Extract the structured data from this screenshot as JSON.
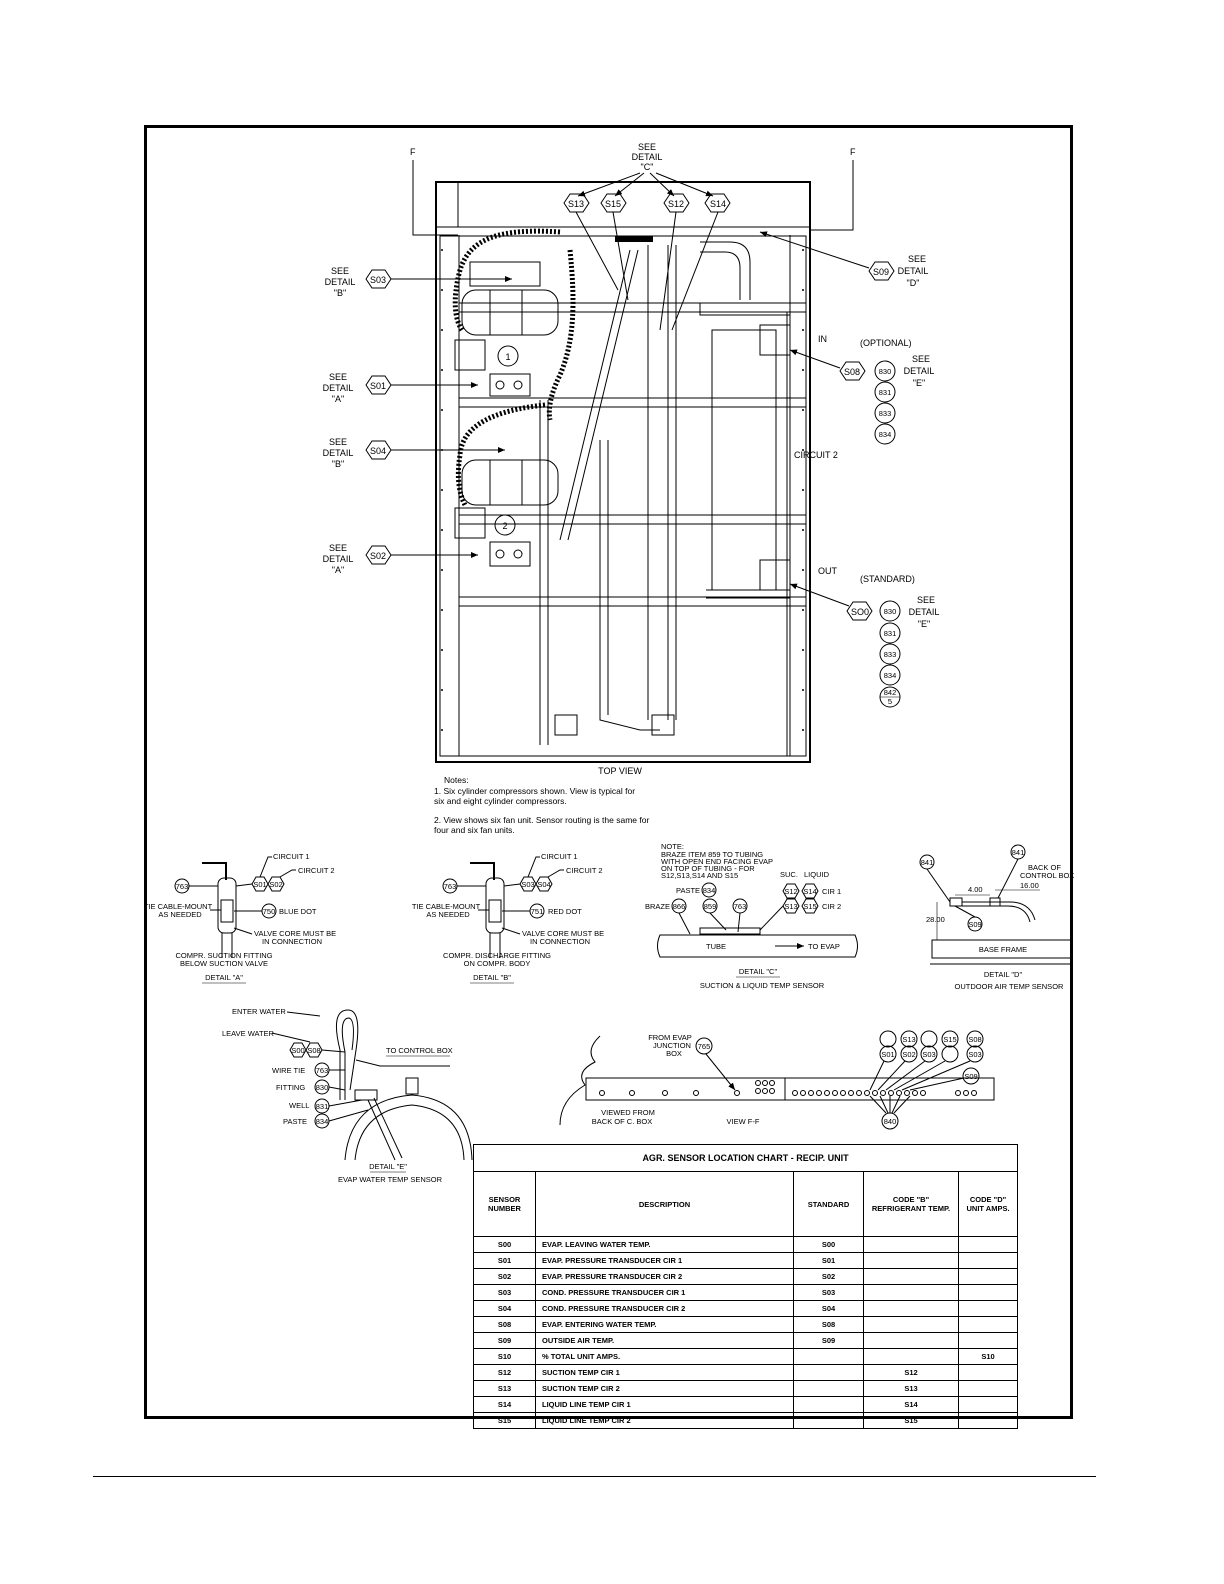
{
  "top_view": {
    "see_detail_c": [
      "SEE",
      "DETAIL",
      "\"C\""
    ],
    "section_marks": [
      "F",
      "F"
    ],
    "sensors_top": [
      "S13",
      "S15",
      "S12",
      "S14"
    ],
    "s09": "S09",
    "see_detail_d": [
      "SEE",
      "DETAIL",
      "\"D\""
    ],
    "s03": "S03",
    "see_detail_b1": [
      "SEE",
      "DETAIL",
      "\"B\""
    ],
    "s01": "S01",
    "see_detail_a1": [
      "SEE",
      "DETAIL",
      "\"A\""
    ],
    "s04": "S04",
    "see_detail_b2": [
      "SEE",
      "DETAIL",
      "\"B\""
    ],
    "s02": "S02",
    "see_detail_a2": [
      "SEE",
      "DETAIL",
      "\"A\""
    ],
    "compressor_1": "1",
    "compressor_2": "2",
    "in_label": "IN",
    "optional": "(OPTIONAL)",
    "s08": "S08",
    "optional_codes": [
      "830",
      "831",
      "833",
      "834"
    ],
    "see_detail_e1": [
      "SEE",
      "DETAIL",
      "\"E\""
    ],
    "circuit2": "CIRCUIT 2",
    "out_label": "OUT",
    "standard": "(STANDARD)",
    "s00": "SO0",
    "standard_codes": [
      "830",
      "831",
      "833",
      "834",
      "842",
      "5"
    ],
    "see_detail_e2": [
      "SEE",
      "DETAIL",
      "\"E\""
    ],
    "caption": "TOP VIEW"
  },
  "notes": {
    "heading": "Notes:",
    "lines": [
      "1.  Six cylinder compressors shown.  View is typical for",
      "     six and eight cylinder compressors.",
      "2.  View shows six fan unit.  Sensor routing is the same for",
      "     four and six fan units."
    ]
  },
  "detail_a": {
    "circuit1": "CIRCUIT 1",
    "circuit2": "CIRCUIT 2",
    "code_763": "763",
    "sensors": [
      "S01",
      "S02"
    ],
    "tie": [
      "TIE CABLE-MOUNT",
      "AS NEEDED"
    ],
    "code_750": "750",
    "dot": "BLUE DOT",
    "valve": [
      "VALVE CORE MUST BE",
      "IN CONNECTION"
    ],
    "fitting": [
      "COMPR. SUCTION FITTING",
      "BELOW SUCTION VALVE"
    ],
    "caption": "DETAIL \"A\""
  },
  "detail_b": {
    "circuit1": "CIRCUIT 1",
    "circuit2": "CIRCUIT 2",
    "code_763": "763",
    "sensors": [
      "S03",
      "S04"
    ],
    "tie": [
      "TIE CABLE-MOUNT",
      "AS NEEDED"
    ],
    "code_751": "751",
    "dot": "RED DOT",
    "valve": [
      "VALVE CORE MUST BE",
      "IN CONNECTION"
    ],
    "fitting": [
      "COMPR. DISCHARGE FITTING",
      "ON COMPR. BODY"
    ],
    "caption": "DETAIL \"B\""
  },
  "detail_c": {
    "note": [
      "NOTE:",
      "BRAZE ITEM 859 TO TUBING",
      "WITH OPEN END FACING EVAP",
      "ON TOP OF TUBING - FOR",
      "S12,S13,S14 AND S15"
    ],
    "suc": "SUC.",
    "liquid": "LIQUID",
    "cir1": "CIR 1",
    "cir2": "CIR 2",
    "row1": [
      "S12",
      "S14"
    ],
    "row2": [
      "S13",
      "S15"
    ],
    "paste": "PASTE",
    "paste_code": "834",
    "braze": "BRAZE",
    "codes": [
      "866",
      "859",
      "763"
    ],
    "tube": "TUBE",
    "to_evap": "TO EVAP",
    "caption": "DETAIL \"C\"",
    "subcaption": "SUCTION & LIQUID TEMP SENSOR"
  },
  "detail_d": {
    "code1": "841",
    "code2": "841",
    "back": [
      "BACK OF",
      "CONTROL BOX"
    ],
    "dim1": "16.00",
    "dim2": "4.00",
    "dim3": "28.00",
    "sensor": "S09",
    "base": "BASE FRAME",
    "caption": "DETAIL \"D\"",
    "subcaption": "OUTDOOR AIR TEMP SENSOR"
  },
  "detail_e": {
    "enter": "ENTER WATER",
    "leave": "LEAVE WATER",
    "sensors": [
      "S00",
      "S08"
    ],
    "to_control": "TO CONTROL BOX",
    "wire_tie": "WIRE TIE",
    "fitting": "FITTING",
    "well": "WELL",
    "paste": "PASTE",
    "codes": [
      "763",
      "830",
      "831",
      "834"
    ],
    "caption": "DETAIL \"E\"",
    "subcaption": "EVAP WATER TEMP SENSOR"
  },
  "view_ff": {
    "from_evap": [
      "FROM EVAP",
      "JUNCTION",
      "BOX"
    ],
    "code_765": "765",
    "viewed_from": [
      "VIEWED FROM",
      "BACK OF C. BOX"
    ],
    "view_label": "VIEW F-F",
    "grid_top": [
      "S13",
      "S15",
      "S08"
    ],
    "grid_mid": [
      "S01",
      "S02",
      "S03",
      "S03"
    ],
    "grid_bot": "S09",
    "code_840": "840"
  },
  "chart": {
    "title": "AGR. SENSOR LOCATION CHART - RECIP. UNIT",
    "headers": {
      "number": "SENSOR NUMBER",
      "description": "DESCRIPTION",
      "standard": "STANDARD",
      "code_b": "CODE \"B\" REFRIGERANT TEMP.",
      "code_d": "CODE \"D\" UNIT AMPS."
    },
    "rows": [
      {
        "num": "S00",
        "desc": "EVAP. LEAVING WATER TEMP.",
        "std": "S00",
        "b": "",
        "d": ""
      },
      {
        "num": "S01",
        "desc": "EVAP. PRESSURE TRANSDUCER CIR 1",
        "std": "S01",
        "b": "",
        "d": ""
      },
      {
        "num": "S02",
        "desc": "EVAP. PRESSURE TRANSDUCER CIR 2",
        "std": "S02",
        "b": "",
        "d": ""
      },
      {
        "num": "S03",
        "desc": "COND. PRESSURE TRANSDUCER CIR 1",
        "std": "S03",
        "b": "",
        "d": ""
      },
      {
        "num": "S04",
        "desc": "COND. PRESSURE TRANSDUCER CIR 2",
        "std": "S04",
        "b": "",
        "d": ""
      },
      {
        "num": "S08",
        "desc": "EVAP. ENTERING WATER TEMP.",
        "std": "S08",
        "b": "",
        "d": ""
      },
      {
        "num": "S09",
        "desc": "OUTSIDE AIR TEMP.",
        "std": "S09",
        "b": "",
        "d": ""
      },
      {
        "num": "S10",
        "desc": "% TOTAL UNIT AMPS.",
        "std": "",
        "b": "",
        "d": "S10"
      },
      {
        "num": "S12",
        "desc": "SUCTION TEMP CIR 1",
        "std": "",
        "b": "S12",
        "d": ""
      },
      {
        "num": "S13",
        "desc": "SUCTION TEMP CIR 2",
        "std": "",
        "b": "S13",
        "d": ""
      },
      {
        "num": "S14",
        "desc": "LIQUID LINE TEMP CIR 1",
        "std": "",
        "b": "S14",
        "d": ""
      },
      {
        "num": "S15",
        "desc": "LIQUID LINE TEMP CIR 2",
        "std": "",
        "b": "S15",
        "d": ""
      }
    ]
  }
}
